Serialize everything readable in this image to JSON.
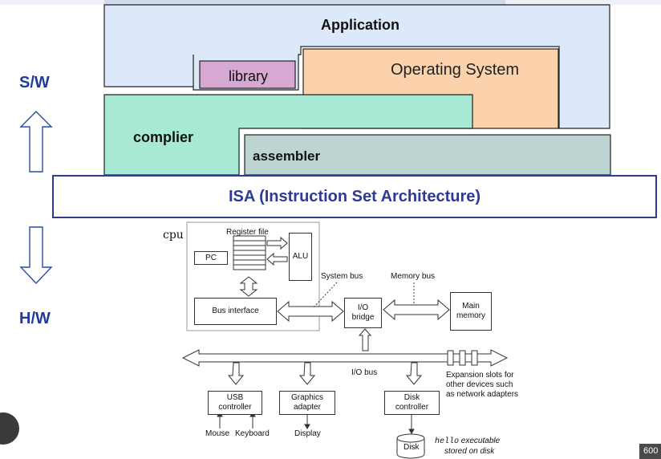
{
  "sw_stack": {
    "application_label": "Application",
    "library_label": "library",
    "os_label": "Operating System",
    "compiler_label": "complier",
    "assembler_label": "assembler"
  },
  "isa": {
    "label": "ISA (Instruction  Set Architecture)"
  },
  "side_labels": {
    "sw": "S/W",
    "hw": "H/W"
  },
  "hw": {
    "cpu_label": "cpu",
    "register_file": "Register file",
    "pc": "PC",
    "alu": "ALU",
    "system_bus": "System bus",
    "memory_bus": "Memory bus",
    "bus_interface": "Bus interface",
    "io_bridge_line1": "I/O",
    "io_bridge_line2": "bridge",
    "main_memory_line1": "Main",
    "main_memory_line2": "memory",
    "io_bus": "I/O bus",
    "expansion_line1": "Expansion slots for",
    "expansion_line2": "other devices such",
    "expansion_line3": "as network adapters",
    "usb_line1": "USB",
    "usb_line2": "controller",
    "graphics_line1": "Graphics",
    "graphics_line2": "adapter",
    "disk_ctrl_line1": "Disk",
    "disk_ctrl_line2": "controller",
    "mouse": "Mouse",
    "keyboard": "Keyboard",
    "display": "Display",
    "disk": "Disk",
    "hello_mono": "hello",
    "hello_rest": " executable",
    "stored_on_disk": "stored on disk"
  },
  "corner_badge": "600",
  "colors": {
    "application": "#dde9fb",
    "library": "#d7a9d2",
    "os": "#fbd2ab",
    "compiler": "#a8e9d6",
    "assembler": "#bcd5d2",
    "isa_text": "#2d3a9a",
    "side_label": "#1f3a9a"
  }
}
